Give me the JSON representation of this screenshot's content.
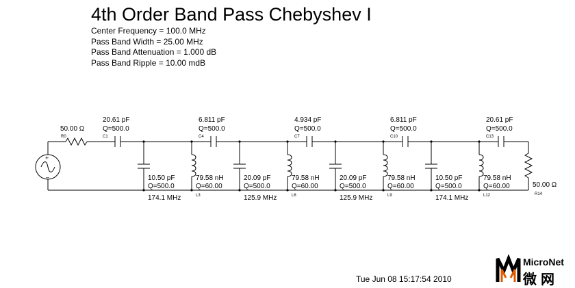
{
  "title": "4th Order Band Pass Chebyshev I",
  "params": [
    "Center Frequency = 100.0 MHz",
    "Pass Band Width = 25.00 MHz",
    "Pass Band Attenuation = 1.000 dB",
    "Pass Band Ripple = 10.00 mdB"
  ],
  "timestamp": "Tue Jun 08 15:17:54 2010",
  "logo": {
    "wordmark": "MicroNet",
    "cjk": "微网"
  },
  "schematic": {
    "source_resistor": {
      "value": "50.00 Ω",
      "ref": "R0"
    },
    "load_resistor": {
      "value": "50.00 Ω",
      "ref": "R14"
    },
    "series_caps": [
      {
        "value": "20.61 pF",
        "q": "Q=500.0",
        "ref": "C1"
      },
      {
        "value": "6.811 pF",
        "q": "Q=500.0",
        "ref": "C4"
      },
      {
        "value": "4.934 pF",
        "q": "Q=500.0",
        "ref": "C7"
      },
      {
        "value": "6.811 pF",
        "q": "Q=500.0",
        "ref": "C10"
      },
      {
        "value": "20.61 pF",
        "q": "Q=500.0",
        "ref": "C13"
      }
    ],
    "shunt_tanks": [
      {
        "c_value": "10.50 pF",
        "c_q": "Q=500.0",
        "l_value": "79.58 nH",
        "l_q": "Q=60.00",
        "l_ref": "L3",
        "freq": "174.1 MHz"
      },
      {
        "c_value": "20.09 pF",
        "c_q": "Q=500.0",
        "l_value": "79.58 nH",
        "l_q": "Q=60.00",
        "l_ref": "L6",
        "freq": "125.9 MHz"
      },
      {
        "c_value": "20.09 pF",
        "c_q": "Q=500.0",
        "l_value": "79.58 nH",
        "l_q": "Q=60.00",
        "l_ref": "L9",
        "freq": "125.9 MHz"
      },
      {
        "c_value": "10.50 pF",
        "c_q": "Q=500.0",
        "l_value": "79.58 nH",
        "l_q": "Q=60.00",
        "l_ref": "L12",
        "freq": "174.1 MHz"
      }
    ]
  }
}
